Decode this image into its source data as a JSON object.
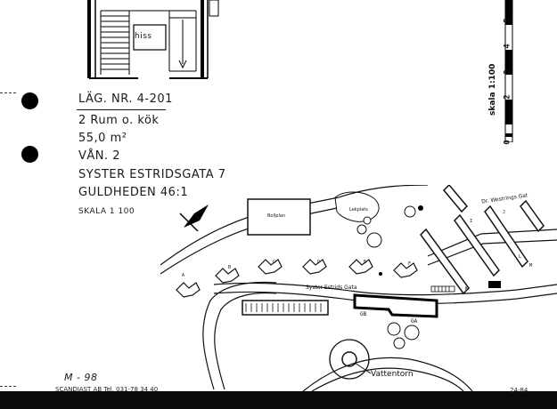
{
  "floorplan": {
    "elevator_label": "hiss"
  },
  "apartment_info": {
    "lagenhet_nr": "LÄG. NR. 4-201",
    "rooms": "2 Rum o. kök",
    "area": "55,0 m²",
    "floor": "VÅN.  2",
    "street": "SYSTER ESTRIDSGATA  7",
    "property": "GULDHEDEN  46:1",
    "scale": "SKALA  1 100"
  },
  "scale_ruler": {
    "label": "skala 1:100",
    "ticks": [
      "2",
      "3",
      "4",
      "5"
    ],
    "zero_label": "0"
  },
  "site_map": {
    "labels": {
      "tennis": "Bollplan",
      "lekplats": "Lekplats",
      "street_main": "Syster Estrids Gata",
      "street_top": "Dr. Westrings Gat",
      "vattentorn": "Vattentorn"
    },
    "buildings": [
      "A",
      "B",
      "C",
      "D",
      "E",
      "F",
      "GB",
      "GA",
      "I",
      "J",
      "K",
      "L",
      "M"
    ]
  },
  "footer": {
    "handwritten_note": "M - 98",
    "printer": "SCANDIAST AB   Tel. 031-78 34 40",
    "ref": "24-84"
  }
}
